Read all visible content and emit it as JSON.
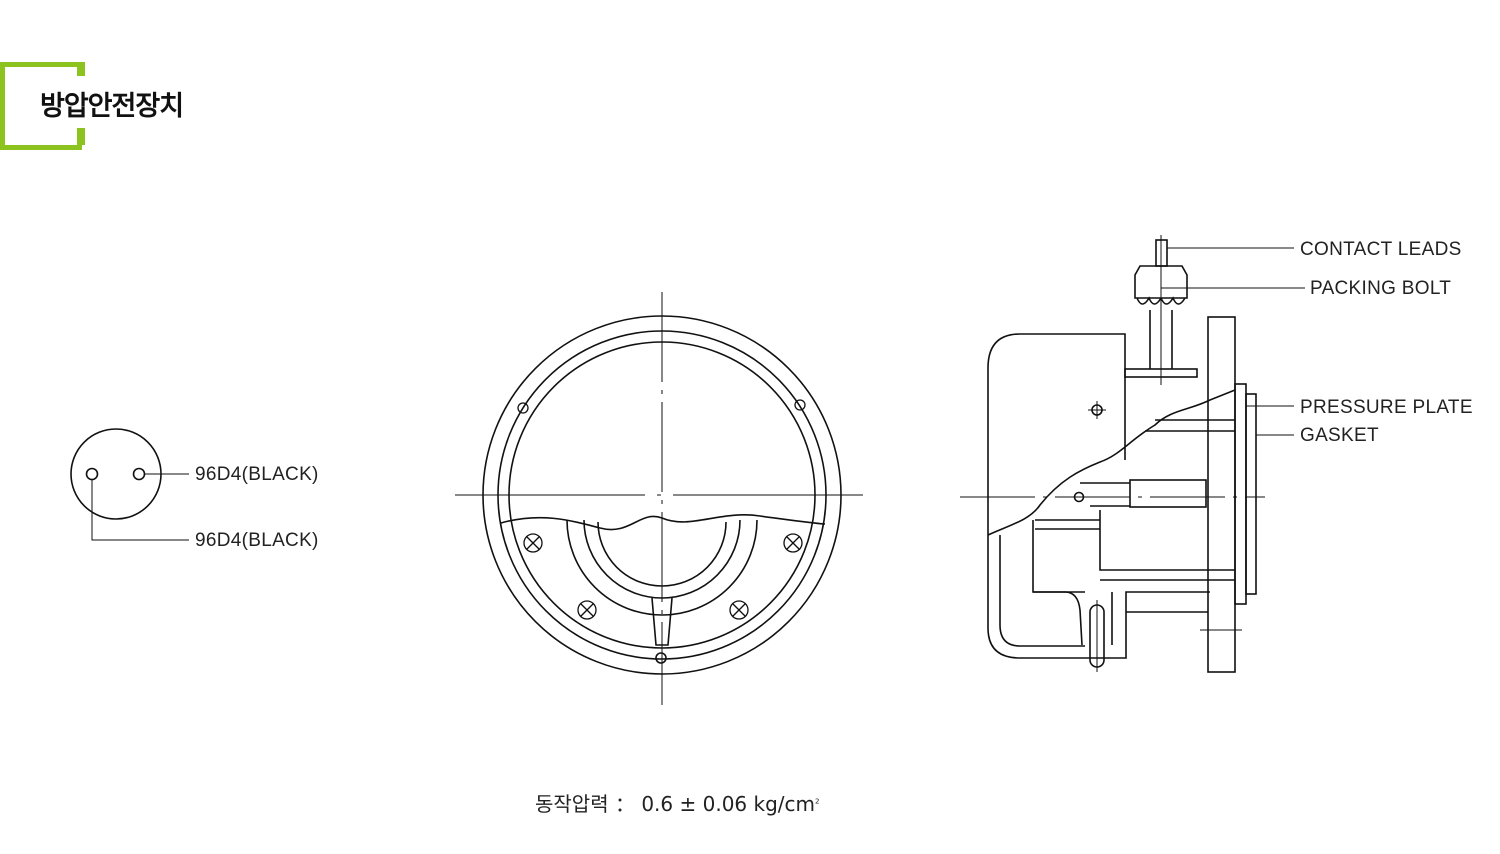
{
  "header": {
    "title": "방압안전장치",
    "accent_color": "#8cc31f"
  },
  "connector_view": {
    "labels": [
      "96D4(BLACK)",
      "96D4(BLACK)"
    ]
  },
  "side_view": {
    "labels": {
      "contact_leads": "CONTACT LEADS",
      "packing_bolt": "PACKING BOLT",
      "pressure_plate": "PRESSURE PLATE",
      "gasket": "GASKET"
    }
  },
  "footer": {
    "spec_label": "동작압력",
    "separator": "：",
    "spec_value": "0.6 ± 0.06 kg/cm",
    "unit_superscript": "2"
  }
}
